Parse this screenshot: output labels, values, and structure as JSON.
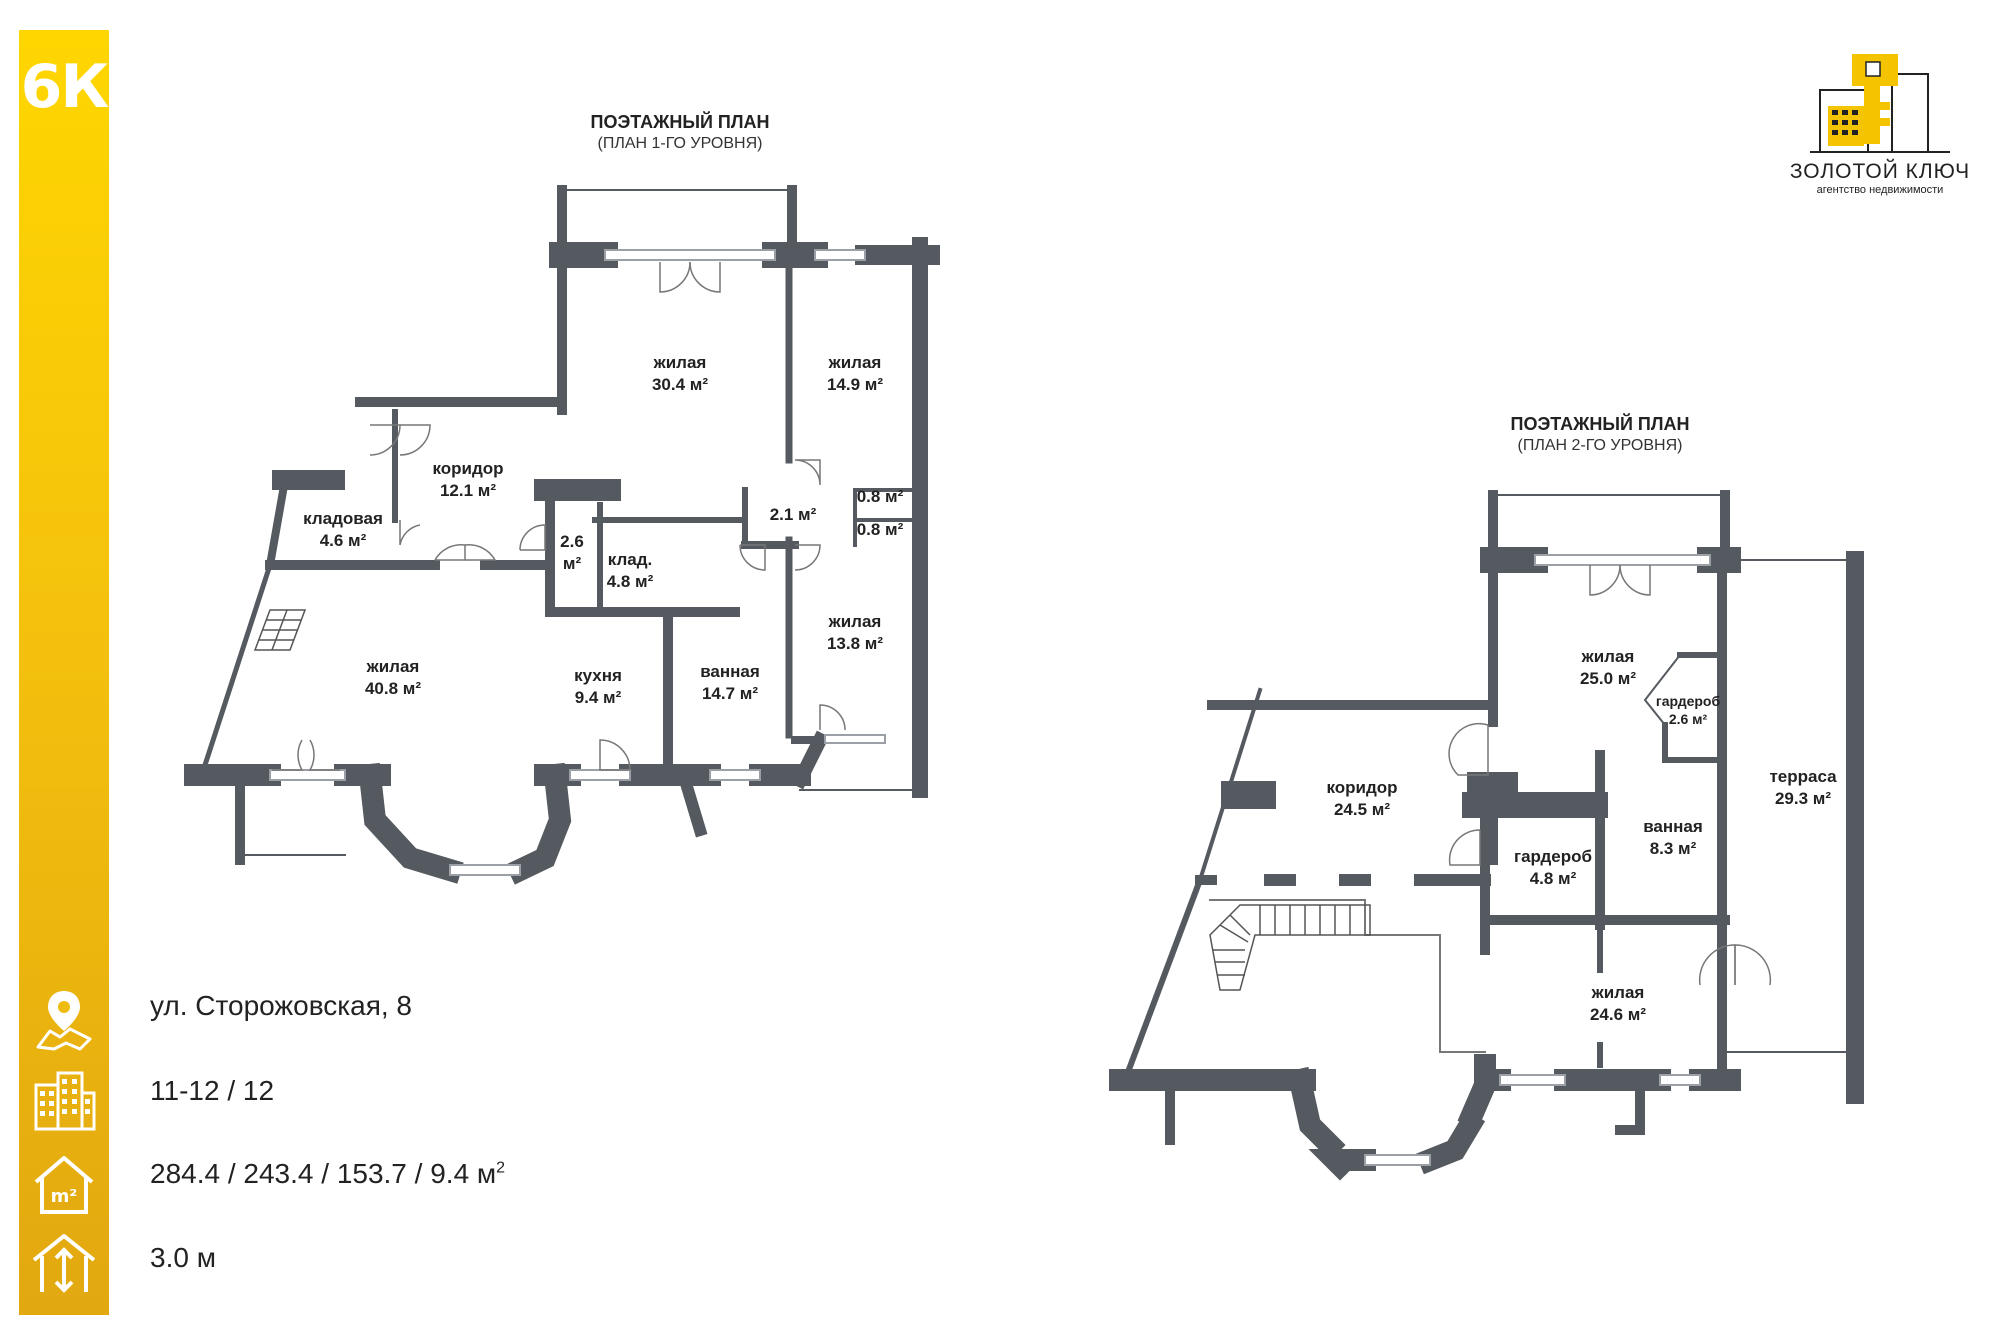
{
  "sidebar": {
    "rooms_badge": "6К",
    "icons": [
      "location-map-icon",
      "building-icon",
      "house-area-icon",
      "ceiling-height-icon"
    ]
  },
  "info": {
    "address": "ул. Сторожовская, 8",
    "floors": "11-12 / 12",
    "areas": "284.4 / 243.4 / 153.7 / 9.4 м",
    "areas_unit_sup": "2",
    "ceiling": "3.0 м"
  },
  "logo": {
    "name": "ЗОЛОТОЙ КЛЮЧ",
    "subtitle": "агентство недвижимости"
  },
  "plan1": {
    "title": "ПОЭТАЖНЫЙ ПЛАН",
    "subtitle": "(ПЛАН 1-ГО УРОВНЯ)",
    "rooms": [
      {
        "name": "жилая",
        "area": "30.4 м²"
      },
      {
        "name": "жилая",
        "area": "14.9 м²"
      },
      {
        "name": "коридор",
        "area": "12.1 м²"
      },
      {
        "name": "кладовая",
        "area": "4.6 м²"
      },
      {
        "name": "2.6",
        "area": "м²"
      },
      {
        "name": "клад.",
        "area": "4.8 м²"
      },
      {
        "name": "",
        "area": "2.1 м²"
      },
      {
        "name": "",
        "area": "0.8 м²"
      },
      {
        "name": "",
        "area": "0.8 м²"
      },
      {
        "name": "жилая",
        "area": "13.8 м²"
      },
      {
        "name": "жилая",
        "area": "40.8 м²"
      },
      {
        "name": "кухня",
        "area": "9.4 м²"
      },
      {
        "name": "ванная",
        "area": "14.7 м²"
      }
    ]
  },
  "plan2": {
    "title": "ПОЭТАЖНЫЙ ПЛАН",
    "subtitle": "(ПЛАН 2-ГО УРОВНЯ)",
    "rooms": [
      {
        "name": "жилая",
        "area": "25.0 м²"
      },
      {
        "name": "гардероб",
        "area": "2.6 м²"
      },
      {
        "name": "коридор",
        "area": "24.5 м²"
      },
      {
        "name": "терраса",
        "area": "29.3 м²"
      },
      {
        "name": "ванная",
        "area": "8.3 м²"
      },
      {
        "name": "гардероб",
        "area": "4.8 м²"
      },
      {
        "name": "жилая",
        "area": "24.6 м²"
      }
    ]
  },
  "colors": {
    "sidebar_yellow": "#f4c20d",
    "wall_gray": "#555a60",
    "text_dark": "#222222",
    "logo_yellow": "#f5c400"
  }
}
